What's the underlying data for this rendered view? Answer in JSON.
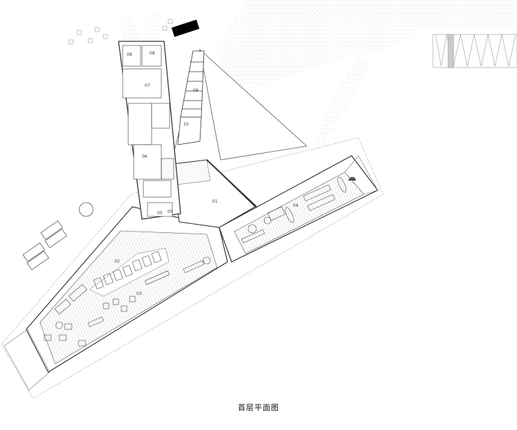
{
  "caption": "首层平面图",
  "room_labels": {
    "r01": "01",
    "r02": "02",
    "r03": "03",
    "r04": "04",
    "r05a": "05",
    "r05b": "05",
    "r06": "06",
    "r07": "07",
    "r08a": "08",
    "r08b": "08",
    "r09": "09",
    "r10": "10"
  },
  "colors": {
    "line": "#333333",
    "light_line": "#999999",
    "stipple": "#cfcfcf",
    "solid": "#000000"
  }
}
